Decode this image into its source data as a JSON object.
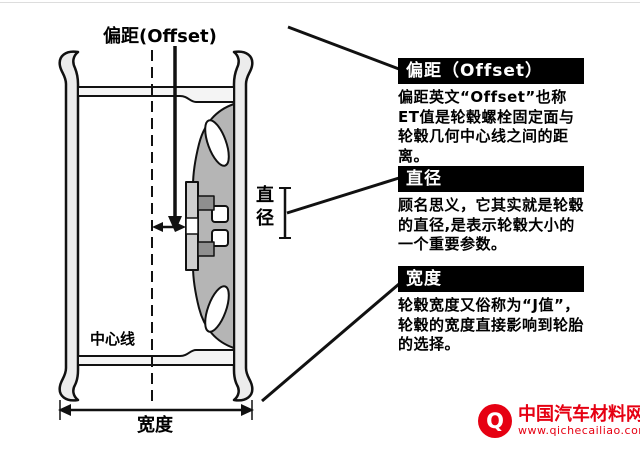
{
  "diagram": {
    "offset_label": "偏距(Offset)",
    "diameter_label": "直径",
    "centerline_label": "中心线",
    "width_label": "宽度"
  },
  "panels": [
    {
      "title": "偏距（Offset）",
      "body": "偏距英文“Offset”也称ET值是轮毂螺栓固定面与轮毂几何中心线之间的距离。"
    },
    {
      "title": "直径",
      "body": "顾名思义，它其实就是轮毂的直径,是表示轮毂大小的一个重要参数。"
    },
    {
      "title": "宽度",
      "body": "轮毂宽度又俗称为“J值”，轮毂的宽度直接影响到轮胎的选择。"
    }
  ],
  "logo": {
    "icon": "Q",
    "site_name": "中国汽车材料网",
    "site_url": "www.qichecailiao.com"
  },
  "colors": {
    "panel_header_bg": "#000000",
    "panel_header_text": "#ffffff",
    "line_black": "#111111",
    "logo_red": "#e60012",
    "wheel_fill": "#ececec",
    "spoke_fill": "#b5b5b5"
  }
}
